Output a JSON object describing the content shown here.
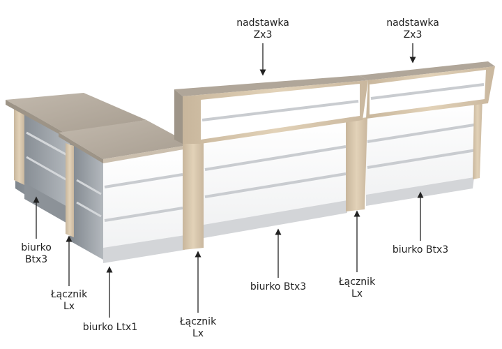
{
  "labels": {
    "top_left": {
      "line1": "nadstawka",
      "line2": "Zx3"
    },
    "top_right": {
      "line1": "nadstawka",
      "line2": "Zx3"
    },
    "biurko_left": {
      "line1": "biurko",
      "line2": "Btx3"
    },
    "lacznik_1": {
      "line1": "Łącznik",
      "line2": "Lx"
    },
    "biurko_ltx1": {
      "line1": "biurko Ltx1"
    },
    "lacznik_2": {
      "line1": "Łącznik",
      "line2": "Lx"
    },
    "biurko_mid": {
      "line1": "biurko Btx3"
    },
    "lacznik_3": {
      "line1": "Łącznik",
      "line2": "Lx"
    },
    "biurko_right": {
      "line1": "biurko Btx3"
    }
  },
  "colors": {
    "wood_top": "#b7aea2",
    "wood_edge": "#d9c8b0",
    "panel_white": "#ffffff",
    "panel_shade": "#9aa1a8",
    "rail": "#c9ccd0",
    "base": "#d3d5d8",
    "arrow": "#222222"
  }
}
